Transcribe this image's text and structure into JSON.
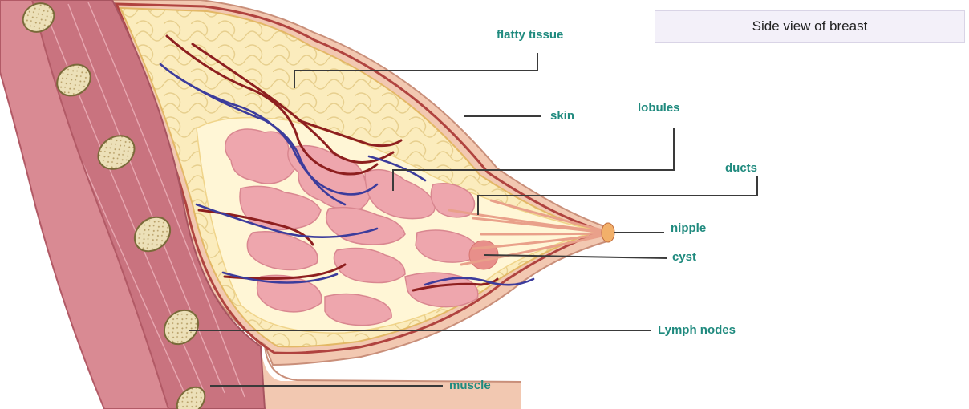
{
  "title": "Side view of breast",
  "labels": {
    "fatty_tissue": "flatty tissue",
    "skin": "skin",
    "lobules": "lobules",
    "ducts": "ducts",
    "nipple": "nipple",
    "cyst": "cyst",
    "lymph_nodes": "Lymph nodes",
    "muscle": "muscle"
  },
  "colors": {
    "label_text": "#1f8a7e",
    "leader_line": "#3a3a3a",
    "skin": "#f2c8b1",
    "skin_outline": "#b0433f",
    "muscle": "#c9737f",
    "fat": "#fbe9b7",
    "lobule": "#eea6ad",
    "vein": "#3c3c9c",
    "artery": "#8e1f1f",
    "lymph_node": "#e9dcb4"
  }
}
